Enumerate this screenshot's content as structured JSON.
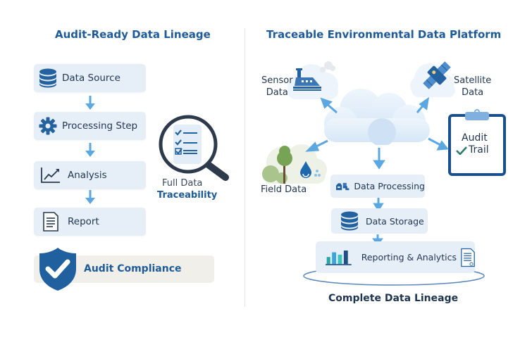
{
  "left_panel": {
    "title": "Audit-Ready Data Lineage",
    "steps": [
      {
        "label": "Data Source",
        "icon": "database-icon"
      },
      {
        "label": "Processing Step",
        "icon": "gear-icon"
      },
      {
        "label": "Analysis",
        "icon": "line-chart-icon"
      },
      {
        "label": "Report",
        "icon": "document-icon"
      }
    ],
    "traceability": {
      "line1": "Full Data",
      "line2": "Traceability",
      "icon": "magnifier-checklist-icon"
    },
    "compliance": {
      "label": "Audit Compliance",
      "icon": "shield-check-icon"
    }
  },
  "right_panel": {
    "title": "Traceable Environmental Data Platform",
    "sources": {
      "sensor": {
        "line1": "Sensor",
        "line2": "Data",
        "icon": "factory-sensor-icon"
      },
      "satellite": {
        "line1": "Satellite",
        "line2": "Data",
        "icon": "satellite-icon"
      },
      "field": {
        "label": "Field Data",
        "icon": "tree-water-icon"
      }
    },
    "audit_trail": {
      "line1": "Audit",
      "line2": "Trail",
      "icon": "clipboard-check-icon"
    },
    "pipeline": [
      {
        "label": "Data Processing",
        "icon": "processing-blocks-icon"
      },
      {
        "label": "Data Storage",
        "icon": "database-icon"
      },
      {
        "label": "Reporting & Analytics",
        "icon": "bar-chart-icon"
      }
    ],
    "footer": "Complete Data Lineage"
  },
  "colors": {
    "title_blue": "#1e5b98",
    "icon_blue": "#24619f",
    "arrow_blue": "#5aa7e2",
    "box_bg": "#e6eff8",
    "navy": "#1f3550"
  }
}
